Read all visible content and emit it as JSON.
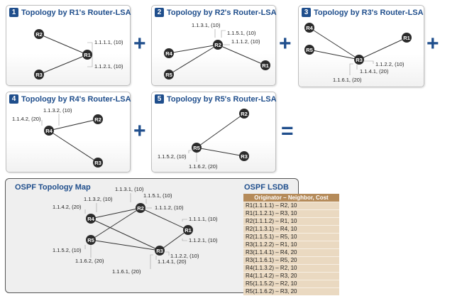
{
  "panels": [
    {
      "num": "1",
      "title": "Topology by R1's Router-LSA",
      "nodes": [
        "R2",
        "R1",
        "R3"
      ],
      "labels": [
        "1.1.1.1, (10)",
        "1.1.2.1, (10)"
      ]
    },
    {
      "num": "2",
      "title": "Topology by R2's Router-LSA",
      "nodes": [
        "R2",
        "R4",
        "R5",
        "R1"
      ],
      "labels": [
        "1.1.3.1, (10)",
        "1.1.5.1, (10)",
        "1.1.1.2, (10)"
      ]
    },
    {
      "num": "3",
      "title": "Topology by R3's Router-LSA",
      "nodes": [
        "R4",
        "R5",
        "R3",
        "R1"
      ],
      "labels": [
        "1.1.2.2, (10)",
        "1.1.4.1, (20)",
        "1.1.6.1, (20)"
      ]
    },
    {
      "num": "4",
      "title": "Topology by R4's Router-LSA",
      "nodes": [
        "R4",
        "R2",
        "R3"
      ],
      "labels": [
        "1.1.3.2, (10)",
        "1.1.4.2, (20)"
      ]
    },
    {
      "num": "5",
      "title": "Topology by R5's Router-LSA",
      "nodes": [
        "R2",
        "R5",
        "R3"
      ],
      "labels": [
        "1.1.5.2, (10)",
        "1.1.6.2, (20)"
      ]
    }
  ],
  "operators": {
    "plus": "+",
    "equals": "="
  },
  "map": {
    "title": "OSPF Topology Map",
    "nodes": [
      "R4",
      "R2",
      "R1",
      "R5",
      "R3"
    ],
    "labels": [
      "1.1.3.1, (10)",
      "1.1.3.2, (10)",
      "1.1.5.1, (10)",
      "1.1.4.2, (20)",
      "1.1.1.2, (10)",
      "1.1.1.1, (10)",
      "1.1.2.1, (10)",
      "1.1.5.2, (10)",
      "1.1.2.2, (10)",
      "1.1.6.2, (20)",
      "1.1.4.1, (20)",
      "1.1.6.1, (20)"
    ]
  },
  "lsdb": {
    "title": "OSPF LSDB",
    "header": "Originator – Neighbor, Cost",
    "rows": [
      "R1(1.1.1.1) – R2, 10",
      "R1(1.1.2.1) – R3, 10",
      "R2(1.1.1.2) – R1, 10",
      "R2(1.1.3.1) – R4, 10",
      "R2(1.1.5.1) – R5, 10",
      "R3(1.1.2.2) – R1, 10",
      "R3(1.1.4.1) – R4, 20",
      "R3(1.1.6.1) – R5, 20",
      "R4(1.1.3.2) – R2, 10",
      "R4(1.1.4.2) – R3, 20",
      "R5(1.1.5.2) – R2, 10",
      "R5(1.1.6.2) – R3, 20"
    ]
  },
  "colors": {
    "accent": "#1f4e8c",
    "node": "#2b2b2b",
    "table_header": "#b58b5a",
    "table_row": "#ead9c1"
  }
}
